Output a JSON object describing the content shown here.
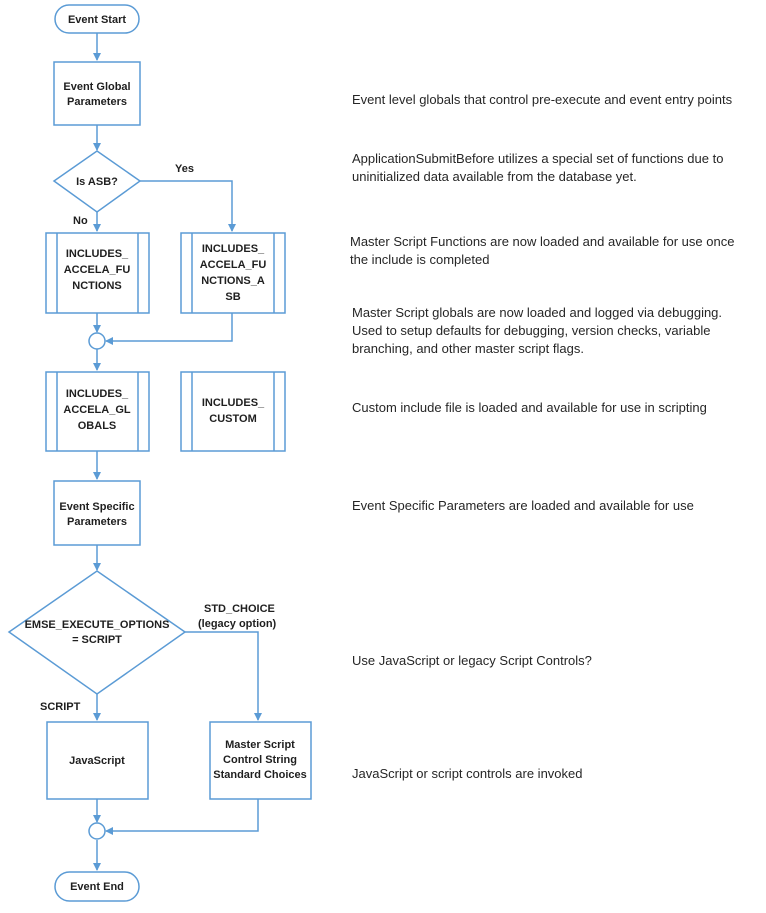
{
  "colors": {
    "stroke": "#5b9bd5",
    "fill": "#ffffff",
    "text": "#1f1f1f"
  },
  "nodes": {
    "event_start": "Event Start",
    "event_global_params": [
      "Event Global",
      "Parameters"
    ],
    "is_asb": "Is ASB?",
    "includes_accela_functions": [
      "INCLUDES_",
      "ACCELA_FU",
      "NCTIONS"
    ],
    "includes_accela_functions_asb": [
      "INCLUDES_",
      "ACCELA_FU",
      "NCTIONS_A",
      "SB"
    ],
    "includes_accela_globals": [
      "INCLUDES_",
      "ACCELA_GL",
      "OBALS"
    ],
    "includes_custom": [
      "INCLUDES_",
      "CUSTOM"
    ],
    "event_specific_params": [
      "Event Specific",
      "Parameters"
    ],
    "emse_execute_options": [
      "EMSE_EXECUTE_OPTIONS",
      "= SCRIPT"
    ],
    "javascript": "JavaScript",
    "master_script_control": [
      "Master Script",
      "Control String",
      "Standard Choices"
    ],
    "event_end": "Event End"
  },
  "edge_labels": {
    "yes": "Yes",
    "no": "No",
    "std_choice": [
      "STD_CHOICE",
      "(legacy option)"
    ],
    "script": "SCRIPT"
  },
  "notes": {
    "globals": [
      "Event level globals that control pre-execute and event entry points"
    ],
    "asb": [
      "ApplicationSubmitBefore utilizes a special set of functions due to",
      "uninitialized data available from the database yet."
    ],
    "functions": [
      "Master Script Functions are now loaded and available for use once",
      "the include is completed"
    ],
    "master_globals": [
      "Master Script globals are now loaded and logged via debugging.",
      "Used to setup defaults for debugging, version checks, variable",
      "branching, and other master script flags."
    ],
    "custom": [
      "Custom include file is loaded and available for use in scripting"
    ],
    "event_specific": [
      "Event Specific Parameters are loaded and available for use"
    ],
    "use_js": [
      "Use JavaScript or legacy Script Controls?"
    ],
    "invoked": [
      "JavaScript or script controls are invoked"
    ]
  }
}
